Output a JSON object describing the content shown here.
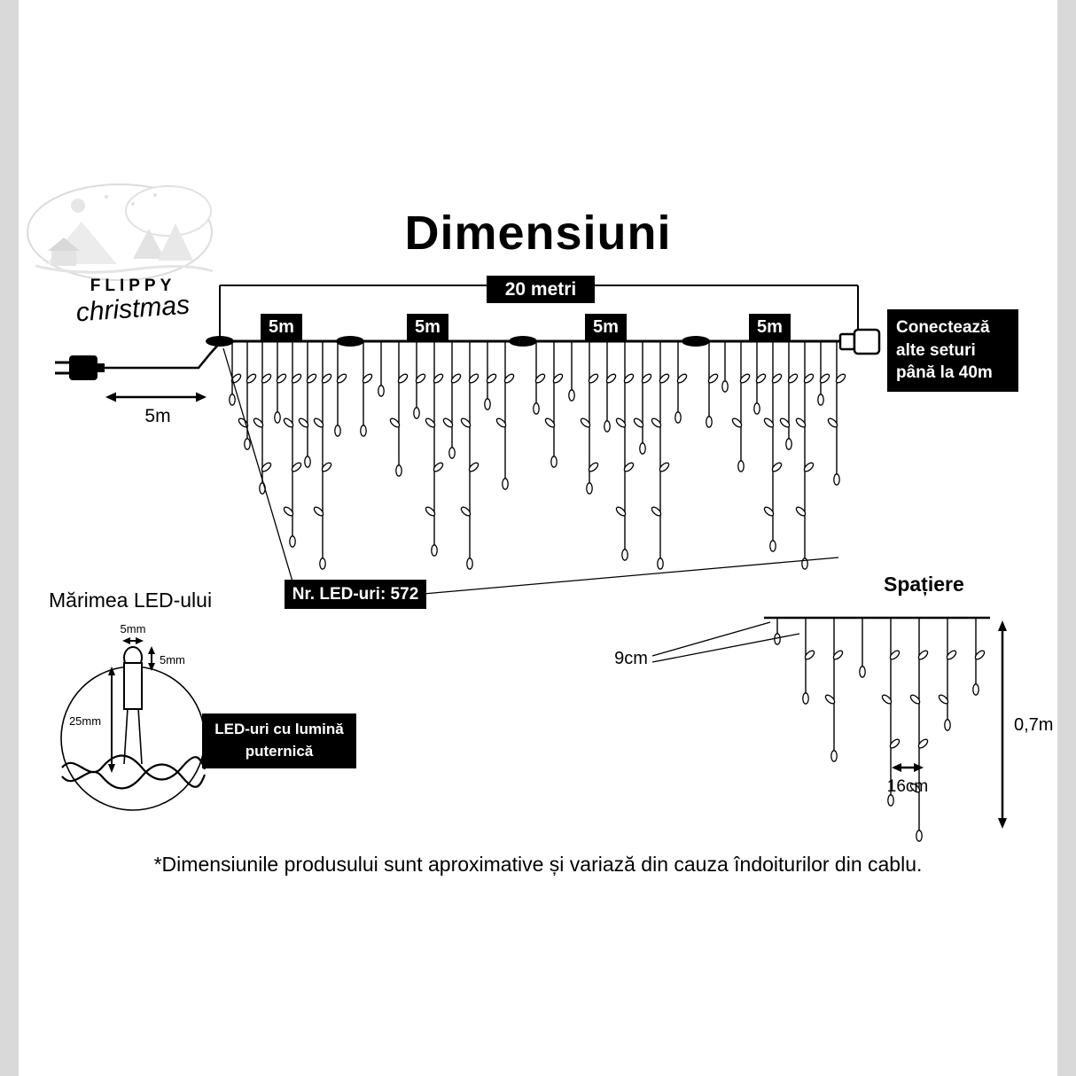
{
  "page": {
    "title": "Dimensiuni",
    "footnote": "*Dimensiunile produsului sunt aproximative și variază din cauza îndoiturilor din cablu."
  },
  "logo": {
    "line1": "FLIPPY",
    "line2": "christmas"
  },
  "string_diagram": {
    "total_label": "20 metri",
    "segment_labels": [
      "5m",
      "5m",
      "5m",
      "5m"
    ],
    "lead_label": "5m",
    "connect_lines": [
      "Conectează",
      "alte seturi",
      "până la 40m"
    ],
    "led_count_label": "Nr. LED-uri: 572"
  },
  "led_size": {
    "heading": "Mărimea LED-ului",
    "width_label": "5mm",
    "height_label": "5mm",
    "length_label": "25mm",
    "note_lines": [
      "LED-uri cu lumină",
      "puternică"
    ]
  },
  "spacing": {
    "heading": "Spațiere",
    "drop_gap_label": "9cm",
    "led_gap_label": "16cm",
    "height_label": "0,7m"
  }
}
